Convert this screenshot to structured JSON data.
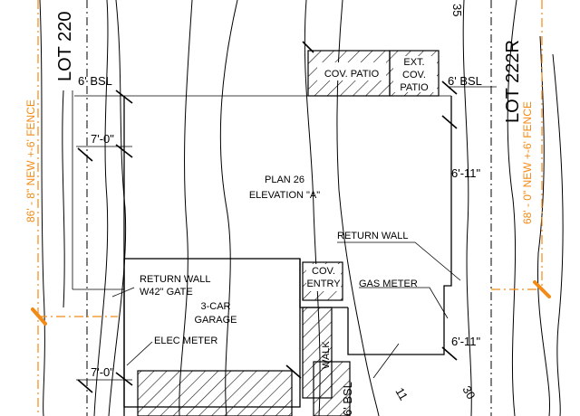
{
  "plan": {
    "title": "PLAN 26",
    "elevation": "ELEVATION \"A\""
  },
  "lots": {
    "left": "LOT 220",
    "right": "LOT 222R"
  },
  "fences": {
    "left": "86' - 8\" NEW +-6' FENCE",
    "right": "68' - 0\" NEW +-6' FENCE",
    "color": "#f28a16"
  },
  "labels": {
    "cov_patio": "COV. PATIO",
    "ext_cov": "EXT.",
    "ext_cov2": "COV.",
    "ext_patio": "PATIO",
    "return_wall_right": "RETURN WALL",
    "return_wall_left": "RETURN WALL",
    "gate": "W42\" GATE",
    "gas_meter": "GAS METER",
    "elec_meter": "ELEC METER",
    "garage1": "3-CAR",
    "garage2": "GARAGE",
    "cov_entry1": "COV.",
    "cov_entry2": "ENTRY",
    "walk": "WALK"
  },
  "dimensions": {
    "bsl_left": "6' BSL",
    "bsl_right": "6' BSL",
    "side_top_left": "7'-0\"",
    "side_bottom_left": "7'-0\"",
    "side_top_right": "6'-11\"",
    "side_bottom_right": "6'-11\"",
    "bsl_bottom": "6' BSL"
  },
  "contour_labels": {
    "top": "35",
    "bottom_a": "11",
    "bottom_b": "30"
  }
}
